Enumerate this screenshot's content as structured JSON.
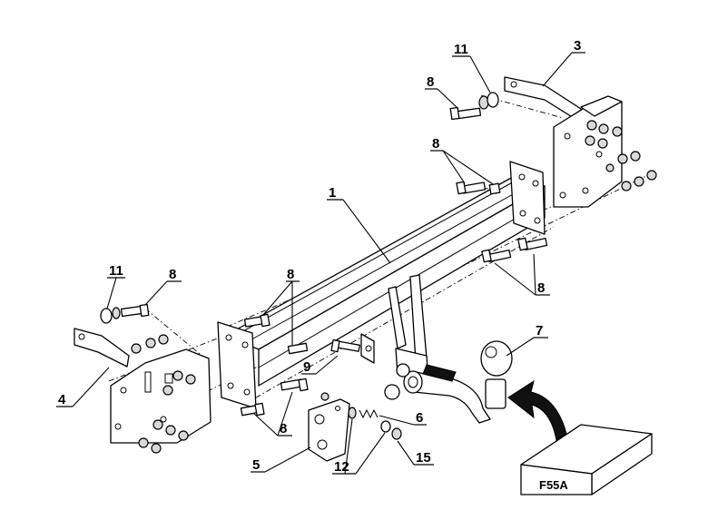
{
  "diagram": {
    "part_labels": [
      {
        "id": "lbl-1",
        "text": "1"
      },
      {
        "id": "lbl-3",
        "text": "3"
      },
      {
        "id": "lbl-4",
        "text": "4"
      },
      {
        "id": "lbl-5",
        "text": "5"
      },
      {
        "id": "lbl-6",
        "text": "6"
      },
      {
        "id": "lbl-7",
        "text": "7"
      },
      {
        "id": "lbl-8a",
        "text": "8"
      },
      {
        "id": "lbl-8b",
        "text": "8"
      },
      {
        "id": "lbl-8c",
        "text": "8"
      },
      {
        "id": "lbl-8d",
        "text": "8"
      },
      {
        "id": "lbl-8e",
        "text": "8"
      },
      {
        "id": "lbl-8f",
        "text": "8"
      },
      {
        "id": "lbl-9",
        "text": "9"
      },
      {
        "id": "lbl-11a",
        "text": "11"
      },
      {
        "id": "lbl-11b",
        "text": "11"
      },
      {
        "id": "lbl-12",
        "text": "12"
      },
      {
        "id": "lbl-15",
        "text": "15"
      }
    ],
    "box_label": "F55A"
  }
}
